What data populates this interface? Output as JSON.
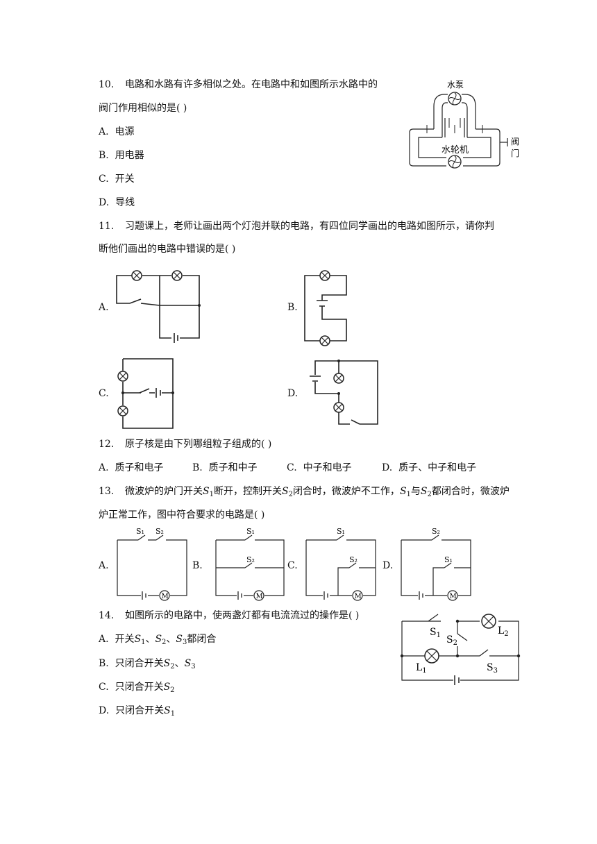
{
  "q10": {
    "number": "10.",
    "stem_line1": "电路和水路有许多相似之处。在电路中和如图所示水路中的",
    "stem_line2": "阀门作用相似的是(    )",
    "options": [
      {
        "letter": "A.",
        "text": "电源"
      },
      {
        "letter": "B.",
        "text": "用电器"
      },
      {
        "letter": "C.",
        "text": "开关"
      },
      {
        "letter": "D.",
        "text": "导线"
      }
    ],
    "figure": {
      "pump_label": "水泵",
      "wheel_label": "水轮机",
      "valve_label_1": "阀",
      "valve_label_2": "门"
    }
  },
  "q11": {
    "number": "11.",
    "stem_line1": "习题课上，老师让画出两个灯泡并联的电路，有四位同学画出的电路如图所示，请你判",
    "stem_line2": "断他们画出的电路中错误的是(    )",
    "option_letters": [
      "A.",
      "B.",
      "C.",
      "D."
    ]
  },
  "q12": {
    "number": "12.",
    "stem": "原子核是由下列哪组粒子组成的(    )",
    "options": [
      {
        "letter": "A.",
        "text": "质子和电子"
      },
      {
        "letter": "B.",
        "text": "质子和中子"
      },
      {
        "letter": "C.",
        "text": "中子和电子"
      },
      {
        "letter": "D.",
        "text": "质子、中子和电子"
      }
    ]
  },
  "q13": {
    "number": "13.",
    "stem_a": "微波炉的炉门开关",
    "s1": "S",
    "s1_sub": "1",
    "stem_b": "断开，控制开关",
    "s2": "S",
    "s2_sub": "2",
    "stem_c": "闭合时，微波炉不工作，",
    "stem_d": "与",
    "stem_e": "都闭合时，微波炉",
    "stem_line2": "炉正常工作，图中符合要求的电路是(    )",
    "option_letters": [
      "A.",
      "B.",
      "C.",
      "D."
    ],
    "fig_a": {
      "top1": "S₁",
      "top2": "S₂",
      "motor": "M"
    },
    "fig_b": {
      "top": "S₁",
      "mid": "S₂",
      "motor": "M"
    },
    "fig_c": {
      "top": "S₁",
      "mid": "S₂",
      "motor": "M"
    },
    "fig_d": {
      "top": "S₂",
      "mid": "S₁",
      "motor": "M"
    }
  },
  "q14": {
    "number": "14.",
    "stem": "如图所示的电路中，使两盏灯都有电流流过的操作是(    )",
    "options": [
      {
        "letter": "A.",
        "prefix": "开关",
        "parts": [
          "S",
          "1",
          "、",
          "S",
          "2",
          "、",
          "S",
          "3"
        ],
        "suffix": "都闭合"
      },
      {
        "letter": "B.",
        "prefix": "只闭合开关",
        "suffix": ""
      },
      {
        "letter": "C.",
        "prefix": "只闭合开关",
        "suffix": ""
      },
      {
        "letter": "D.",
        "prefix": "只闭合开关",
        "suffix": ""
      }
    ],
    "a_text": "开关S₁、S₂、S₃都闭合",
    "figure": {
      "s1": "S",
      "s1_sub": "1",
      "s2": "S",
      "s2_sub": "2",
      "s3": "S",
      "s3_sub": "3",
      "l1": "L",
      "l1_sub": "1",
      "l2": "L",
      "l2_sub": "2"
    }
  }
}
